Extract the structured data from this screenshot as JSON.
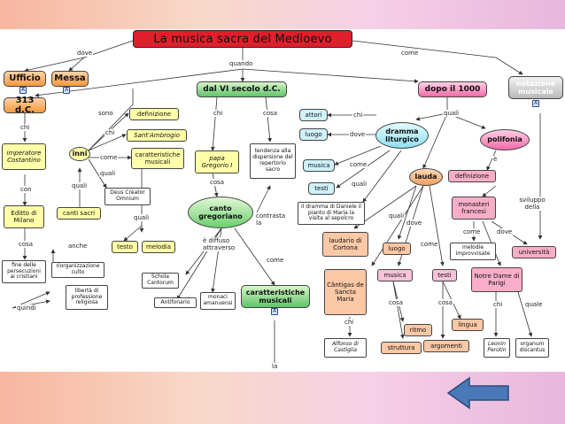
{
  "title": "La musica sacra del Medioevo",
  "doc_icon_glyph": "A",
  "colors": {
    "title": "#e01f2a",
    "orange": "#f39a3d",
    "green": "#5fc46a",
    "pink": "#f06aa9",
    "yellow": "#ffffa8",
    "cyan": "#cff2fb",
    "arrow": "#4a78b8"
  },
  "nodes": {
    "ufficio": "Ufficio",
    "messa": "Messa",
    "d313": "313 d.C.",
    "vi_secolo": "dal VI secolo d.C.",
    "dopo_1000": "dopo il 1000",
    "notazione": "notazione musicale",
    "imperatore": "imperatore Costantino",
    "editto": "Editto di Milano",
    "fine_persecuzioni": "fine delle persecuzioni ai cristiani",
    "riorganizzazione": "riorganizzazione culto",
    "liberta": "libertà di professione religiosa",
    "inni": "inni",
    "definizione1": "definizione",
    "sant_ambrogio": "Sant'Ambrogio",
    "caratteristiche1": "caratteristiche musicali",
    "deus_creator": "Deus Creator Omnium",
    "canti_sacri": "canti sacri",
    "testo1": "testo",
    "melodia": "melodia",
    "papa_gregorio": "papa Gregorio I",
    "tendenza": "tendenza alla dispersione del repertorio sacro",
    "canto_gregoriano": "canto gregoriano",
    "schola": "Schola Cantorum",
    "antifonario": "Antifonario",
    "monaci": "monaci amanuensi",
    "caratteristiche2": "caratteristiche musicali",
    "attori": "attori",
    "luogo1": "luogo",
    "musica1": "musica",
    "testi1": "testi",
    "dramma": "dramma liturgico",
    "dramma_daniele": "il dramma di Daniele il pianto di Maria la visita al sepolcro",
    "polifonia": "polifonia",
    "definizione2": "definizione",
    "lauda": "lauda",
    "monasteri": "monasteri francesi",
    "melodie": "melodie improvvisate",
    "universita": "università",
    "laudario": "laudario di Cortona",
    "luogo2": "luogo",
    "musica2": "musica",
    "testi2": "testi",
    "cantigas": "Cântigas de Sancta Maria",
    "alfonso": "Alfonso di Castiglia",
    "ritmo": "ritmo",
    "lingua": "lingua",
    "struttura": "struttura",
    "argomenti": "argomenti",
    "notre_dame": "Notre Dame di Parigi",
    "leonin": "Leonin Perotin",
    "organum": "organum discantus"
  },
  "labels": {
    "dove_top": "dove",
    "come_top": "come",
    "quando": "quando",
    "chi_313": "chi",
    "con": "con",
    "cosa_editto": "cosa",
    "quindi": "quindi",
    "sono": "sono",
    "chi_inni": "chi",
    "come_inni": "come",
    "quali_inni": "quali",
    "quali_canti": "quali",
    "anche": "anche",
    "quali_car": "quali",
    "chi_vi": "chi",
    "cosa_vi": "cosa",
    "cosa_papa": "cosa",
    "contrasta_la": "contrasta la",
    "diffuso": "è diffuso attraverso",
    "come_canto": "come",
    "la_bottom": "la",
    "quali_1000": "quali",
    "chi_dramma": "chi",
    "dove_dramma": "dove",
    "come_dramma": "come",
    "quali_dramma": "quali",
    "quali_lauda": "quali",
    "dove_lauda": "dove",
    "come_lauda": "come",
    "e_poli": "è",
    "come_mon": "come",
    "dove_mon": "dove",
    "sviluppo": "sviluppo della",
    "cosa_mus": "cosa",
    "cosa_testi": "cosa",
    "chi_cantigas": "chi",
    "chi_notre": "chi",
    "quale_notre": "quale"
  },
  "back_button_label": "back-arrow"
}
